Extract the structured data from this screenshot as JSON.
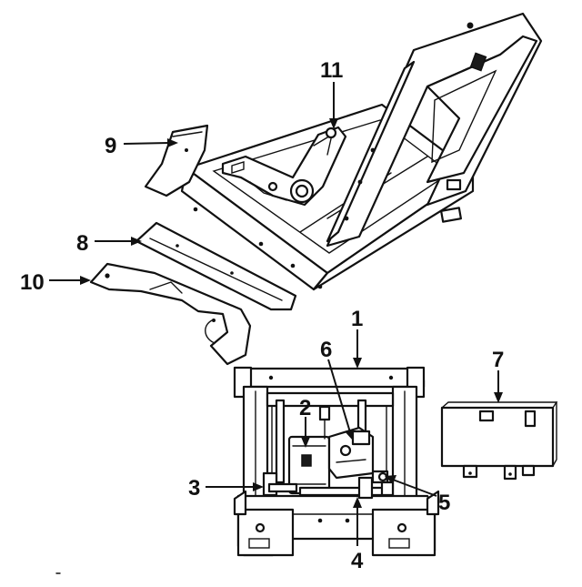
{
  "callouts": [
    {
      "id": "c1",
      "label": "1"
    },
    {
      "id": "c2",
      "label": "2"
    },
    {
      "id": "c3",
      "label": "3"
    },
    {
      "id": "c4",
      "label": "4"
    },
    {
      "id": "c5",
      "label": "5"
    },
    {
      "id": "c6",
      "label": "6"
    },
    {
      "id": "c7",
      "label": "7"
    },
    {
      "id": "c8",
      "label": "8"
    },
    {
      "id": "c9",
      "label": "9"
    },
    {
      "id": "c10",
      "label": "10"
    },
    {
      "id": "c11",
      "label": "11"
    }
  ],
  "colors": {
    "line": "#111111",
    "background": "#ffffff"
  }
}
